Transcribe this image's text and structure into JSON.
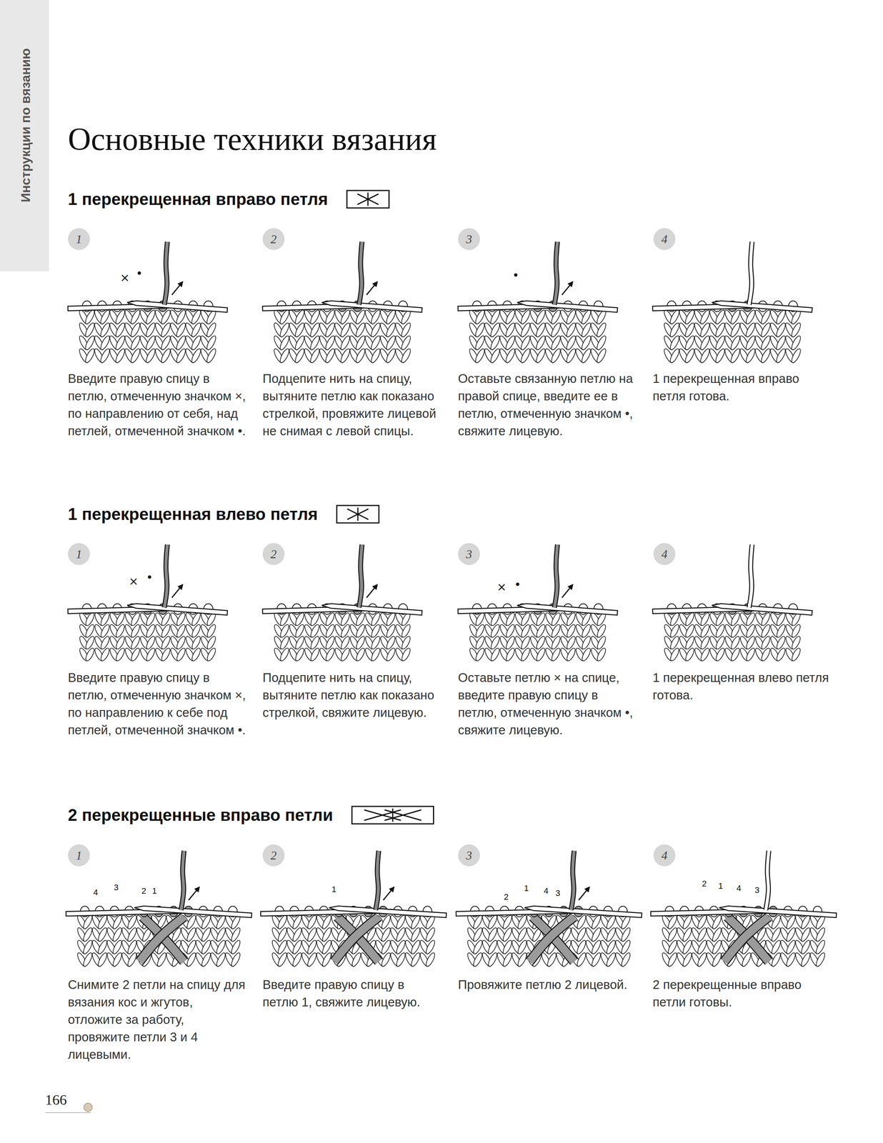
{
  "diagram": {
    "title": "Основные техники вязания",
    "nodes": [
      {
        "text": [
          "1"
        ]
      },
      {
        "text": [
          "2"
        ]
      },
      {
        "text": [
          "3"
        ]
      },
      {
        "text": [
          "4"
        ]
      },
      {
        "text": [
          "1"
        ]
      },
      {
        "text": [
          "2"
        ]
      },
      {
        "text": [
          "3"
        ]
      },
      {
        "text": [
          "4"
        ]
      },
      {
        "text": [
          "1"
        ]
      },
      {
        "text": [
          "2"
        ]
      },
      {
        "text": [
          "3"
        ]
      },
      {
        "text": [
          "4"
        ]
      }
    ],
    "labels": [
      "Инструкции по вязанию",
      "1 перекрещенная вправо петля",
      "Введите правую спицу в петлю, отмеченную значком ×, по направлению от себя, над петлей, отмеченной значком •.",
      "Подцепите нить на спицу, вытяните петлю как показано стрелкой, провяжите лицевой не снимая с левой спицы.",
      "Оставьте связанную петлю на правой спице, введите ее в петлю, отмеченную значком •, свяжите лицевую.",
      "1 перекрещенная вправо петля готова.",
      "1 перекрещенная влево петля",
      "Введите правую спицу в петлю, отмеченную значком ×, по направлению к себе под петлей, отмеченной значком •.",
      "Подцепите нить на спицу, вытяните петлю как показано стрелкой, свяжите лицевую.",
      "Оставьте петлю × на спице, введите правую спицу в петлю, отмеченную значком •, свяжите лицевую.",
      "1 перекрещенная влево петля готова.",
      "2 перекрещенные вправо петли",
      "Снимите 2 петли на спицу для вязания кос и жгутов, отложите за работу, провяжите петли 3 и 4 лицевыми.",
      "Введите правую спицу в петлю 1, свяжите лицевую.",
      "Провяжите петлю 2 лицевой.",
      "2 перекрещенные вправо петли готовы.",
      "166",
      "×",
      "•",
      "•",
      "×",
      "•",
      "×",
      "•",
      "4",
      "3",
      "2",
      "1",
      "1",
      "2",
      "1",
      "4",
      "3",
      "2",
      "1",
      "4",
      "3"
    ]
  }
}
